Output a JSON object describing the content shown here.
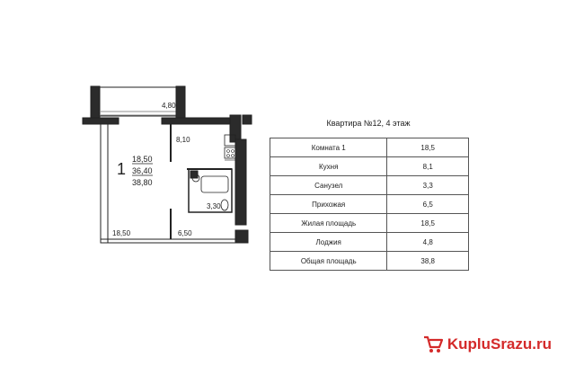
{
  "plan": {
    "room_number": "1",
    "room_area_living": "18,50",
    "room_area_living_total": "36,40",
    "room_area_total": "38,80",
    "loggia_label": "4,80",
    "kitchen_label": "8,10",
    "bathroom_label": "3,30",
    "room_bottom_label": "18,50",
    "hall_label": "6,50"
  },
  "table": {
    "title": "Квартира №12, 4 этаж",
    "rows": [
      {
        "label": "Комната 1",
        "value": "18,5"
      },
      {
        "label": "Кухня",
        "value": "8,1"
      },
      {
        "label": "Санузел",
        "value": "3,3"
      },
      {
        "label": "Прихожая",
        "value": "6,5"
      },
      {
        "label": "Жилая площадь",
        "value": "18,5"
      },
      {
        "label": "Лоджия",
        "value": "4,8"
      },
      {
        "label": "Общая площадь",
        "value": "38,8"
      }
    ]
  },
  "watermark": {
    "text": "KupluSrazu.ru",
    "icon": "shopping-cart-icon",
    "color": "#d42a2a"
  }
}
